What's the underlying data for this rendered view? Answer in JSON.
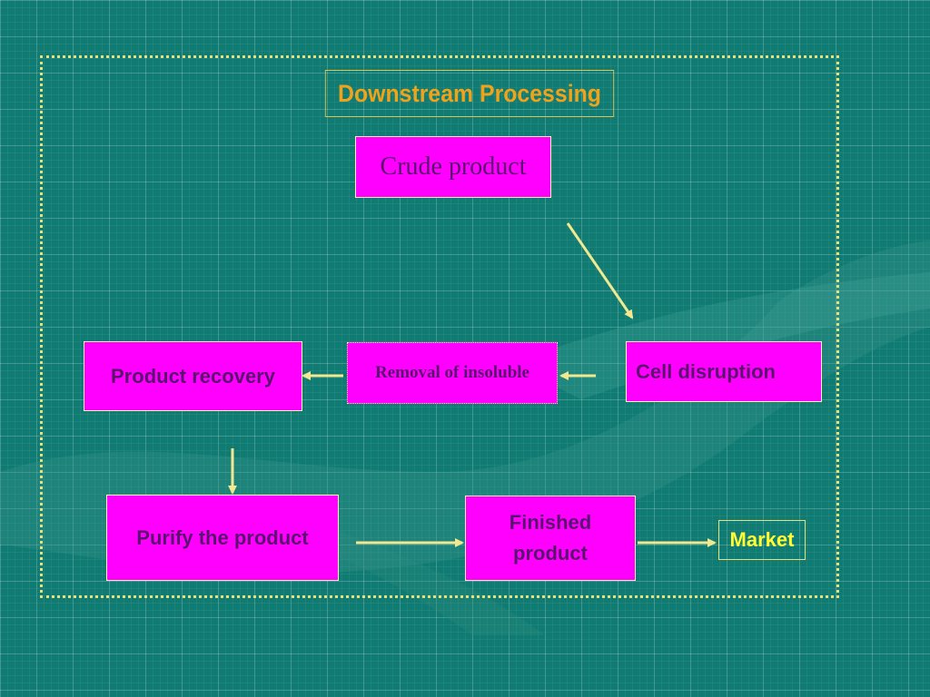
{
  "title": "Downstream Processing",
  "nodes": {
    "crude_product": "Crude product",
    "cell_disruption": "Cell disruption",
    "removal_of_insoluble": "Removal of insoluble",
    "product_recovery": "Product recovery",
    "purify_the_product": "Purify the product",
    "finished_product_line1": "Finished",
    "finished_product_line2": "product",
    "market": "Market"
  },
  "colors": {
    "background": "#0f7b72",
    "box_fill": "#ff00ff",
    "box_text": "#5a1470",
    "title_text": "#f0a21b",
    "market_text": "#ffff33",
    "arrow": "#f2e890"
  }
}
